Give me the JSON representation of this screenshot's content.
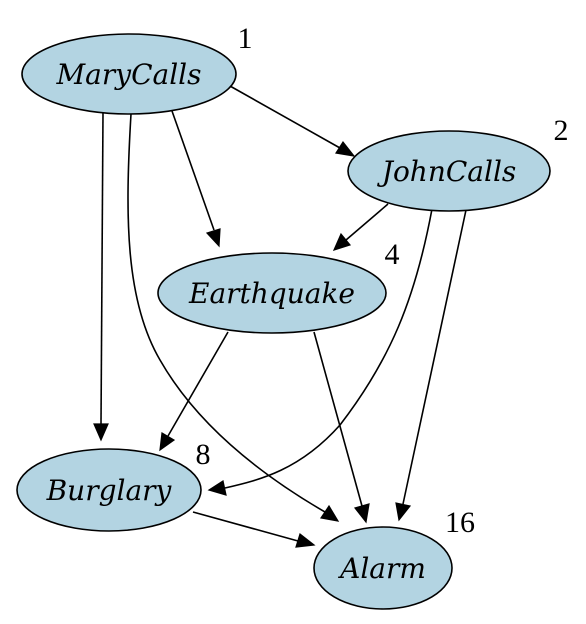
{
  "diagram": {
    "type": "directed-graph",
    "node_fill": "#b3d4e2",
    "stroke": "#000000",
    "background": "#ffffff",
    "nodes": [
      {
        "id": "MaryCalls",
        "label": "MaryCalls",
        "order": "1"
      },
      {
        "id": "JohnCalls",
        "label": "JohnCalls",
        "order": "2"
      },
      {
        "id": "Earthquake",
        "label": "Earthquake",
        "order": "4"
      },
      {
        "id": "Burglary",
        "label": "Burglary",
        "order": "8"
      },
      {
        "id": "Alarm",
        "label": "Alarm",
        "order": "16"
      }
    ],
    "edges": [
      {
        "from": "MaryCalls",
        "to": "JohnCalls"
      },
      {
        "from": "MaryCalls",
        "to": "Earthquake"
      },
      {
        "from": "MaryCalls",
        "to": "Burglary"
      },
      {
        "from": "MaryCalls",
        "to": "Alarm"
      },
      {
        "from": "JohnCalls",
        "to": "Earthquake"
      },
      {
        "from": "JohnCalls",
        "to": "Burglary"
      },
      {
        "from": "JohnCalls",
        "to": "Alarm"
      },
      {
        "from": "Earthquake",
        "to": "Burglary"
      },
      {
        "from": "Earthquake",
        "to": "Alarm"
      },
      {
        "from": "Burglary",
        "to": "Alarm"
      }
    ]
  }
}
